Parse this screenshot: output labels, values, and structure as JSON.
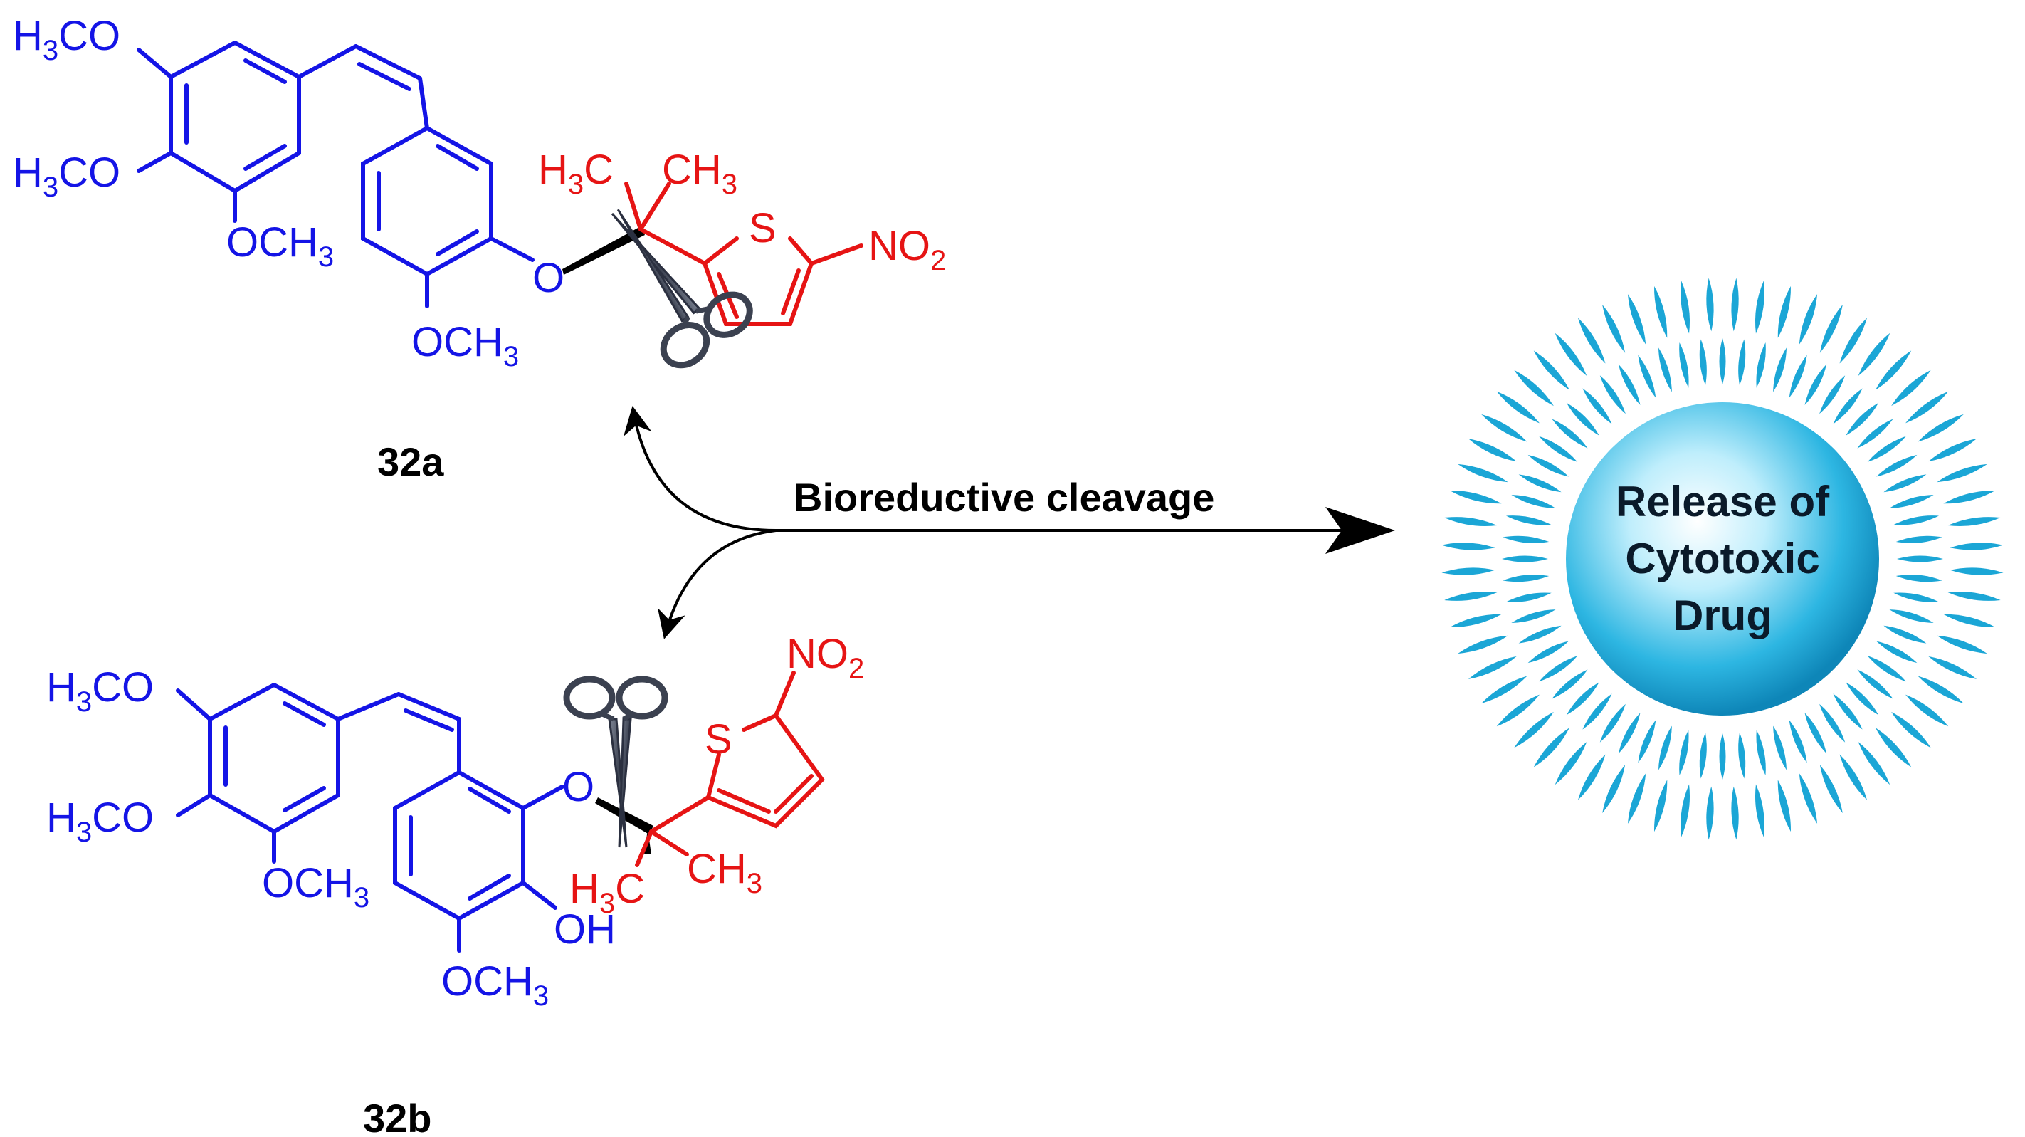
{
  "compound_a": {
    "label": "32a",
    "groups": {
      "ome1": [
        "H",
        "3",
        "CO"
      ],
      "ome2": [
        "H",
        "3",
        "CO"
      ],
      "ome3": [
        "OCH",
        "3"
      ],
      "ome4": [
        "OCH",
        "3"
      ],
      "ether_o": "O",
      "methyl_left": [
        "H",
        "3",
        "C"
      ],
      "methyl_right": [
        "CH",
        "3"
      ],
      "sulfur": "S",
      "nitro": [
        "NO",
        "2"
      ]
    }
  },
  "compound_b": {
    "label": "32b",
    "groups": {
      "ome1": [
        "H",
        "3",
        "CO"
      ],
      "ome2": [
        "H",
        "3",
        "CO"
      ],
      "ome3": [
        "OCH",
        "3"
      ],
      "ome4": [
        "OCH",
        "3"
      ],
      "ether_o": "O",
      "hydroxyl": "OH",
      "methyl_left": [
        "H",
        "3",
        "C"
      ],
      "methyl_right": [
        "CH",
        "3"
      ],
      "sulfur": "S",
      "nitro": [
        "NO",
        "2"
      ]
    }
  },
  "arrow_label": "Bioreductive cleavage",
  "release": {
    "lines": [
      "Release of",
      "Cytotoxic",
      "Drug"
    ]
  },
  "colors": {
    "drug_part": "#1414e6",
    "trigger_part": "#e61414",
    "linker": "#000000",
    "burst": "#1ba6d6",
    "sphere_center": "#bfeefc",
    "sphere_edge": "#0e86b8"
  },
  "icons": [
    "forceps-icon-a",
    "forceps-icon-b",
    "release-burst-icon"
  ]
}
